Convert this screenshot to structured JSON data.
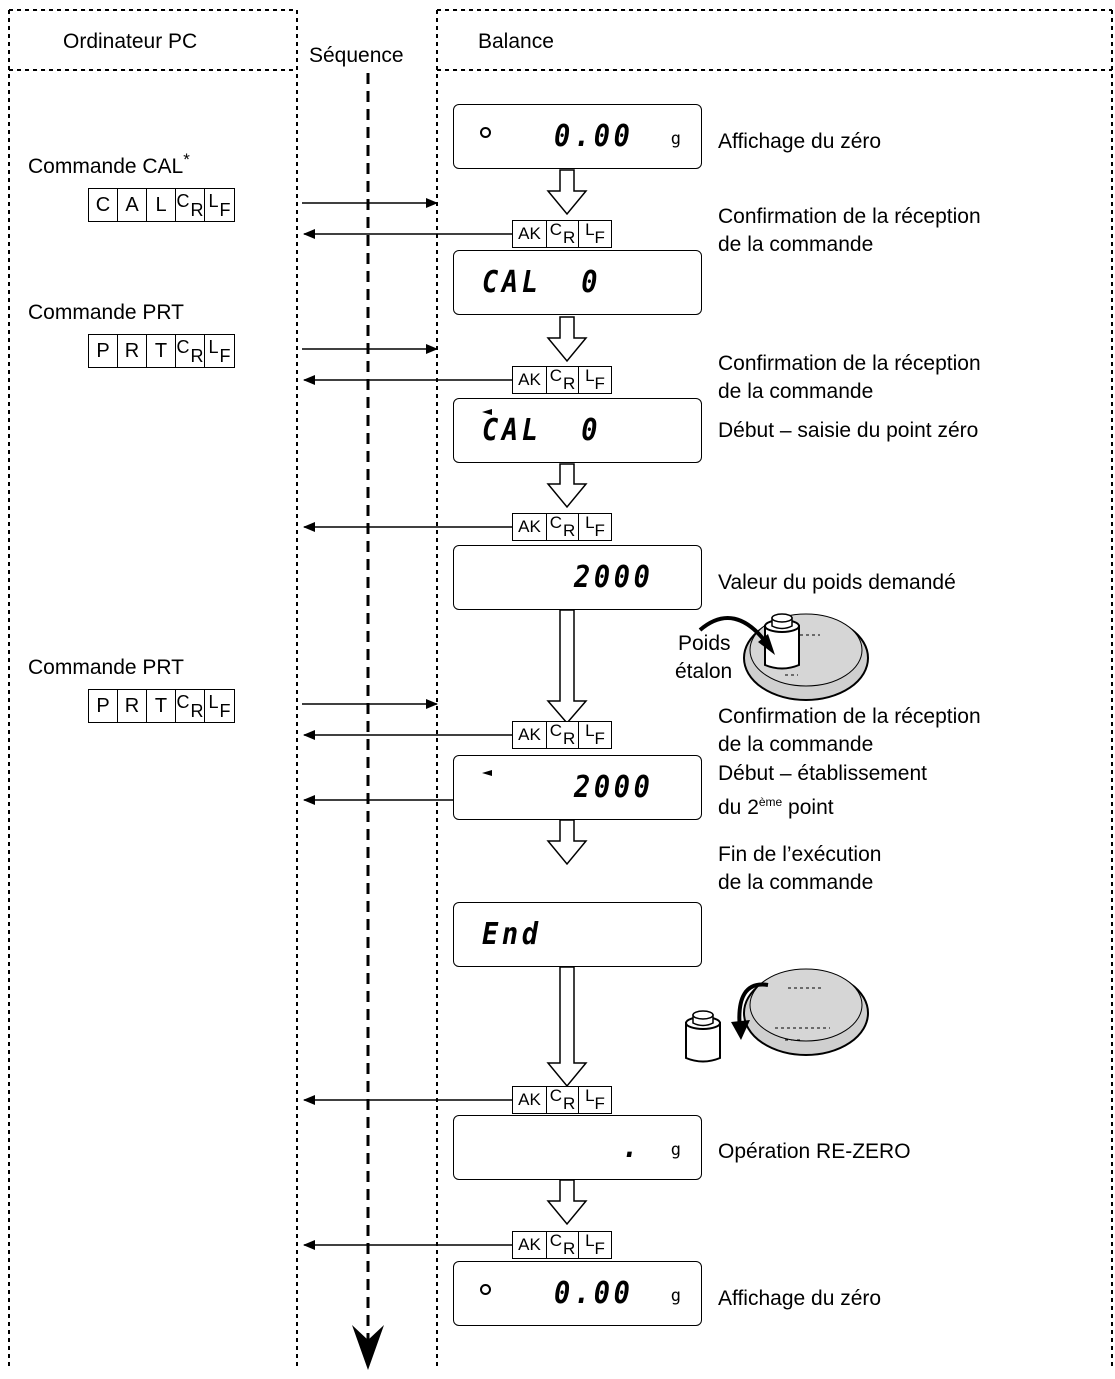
{
  "headers": {
    "pc": "Ordinateur PC",
    "sequence": "Séquence",
    "balance": "Balance"
  },
  "commands": [
    {
      "label": "Commande CAL",
      "asterisk": "*",
      "chars": [
        "C",
        "A",
        "L"
      ]
    },
    {
      "label": "Commande PRT",
      "chars": [
        "P",
        "R",
        "T"
      ]
    },
    {
      "label": "Commande PRT",
      "chars": [
        "P",
        "R",
        "T"
      ]
    }
  ],
  "terminators": {
    "cr_c": "C",
    "cr_r": "R",
    "lf_l": "L",
    "lf_f": "F"
  },
  "ack": {
    "ak": "AK"
  },
  "displays": [
    {
      "value": "0.00",
      "unit": "g",
      "indicator": "circle"
    },
    {
      "value": "CAL  0"
    },
    {
      "value": "CAL  0",
      "indicator": "triangle"
    },
    {
      "value": "2000"
    },
    {
      "value": "2000",
      "indicator": "triangle"
    },
    {
      "value": "End"
    },
    {
      "value": ".",
      "unit": "g"
    },
    {
      "value": "0.00",
      "unit": "g",
      "indicator": "circle"
    }
  ],
  "descriptions": {
    "zero1": "Affichage du zéro",
    "confirm1_a": "Confirmation de la réception",
    "confirm1_b": "de la commande",
    "confirm2_a": "Confirmation de la réception",
    "confirm2_b": "de la commande",
    "start_zero": "Début – saisie du point zéro",
    "weight_value": "Valeur du poids demandé",
    "weight_a": "Poids",
    "weight_b": "étalon",
    "confirm3_a": "Confirmation de la réception",
    "confirm3_b": "de la commande",
    "start2_a": "Début – établissement",
    "start2_b_pre": "du 2",
    "start2_b_sup": "ème",
    "start2_b_post": " point",
    "end_a": "Fin de l’exécution",
    "end_b": "de la commande",
    "rezero": "Opération RE-ZERO",
    "zero2": "Affichage du zéro"
  },
  "colors": {
    "line": "#000000",
    "pan": "#d0d0d0",
    "weight_body": "#ffffff"
  }
}
